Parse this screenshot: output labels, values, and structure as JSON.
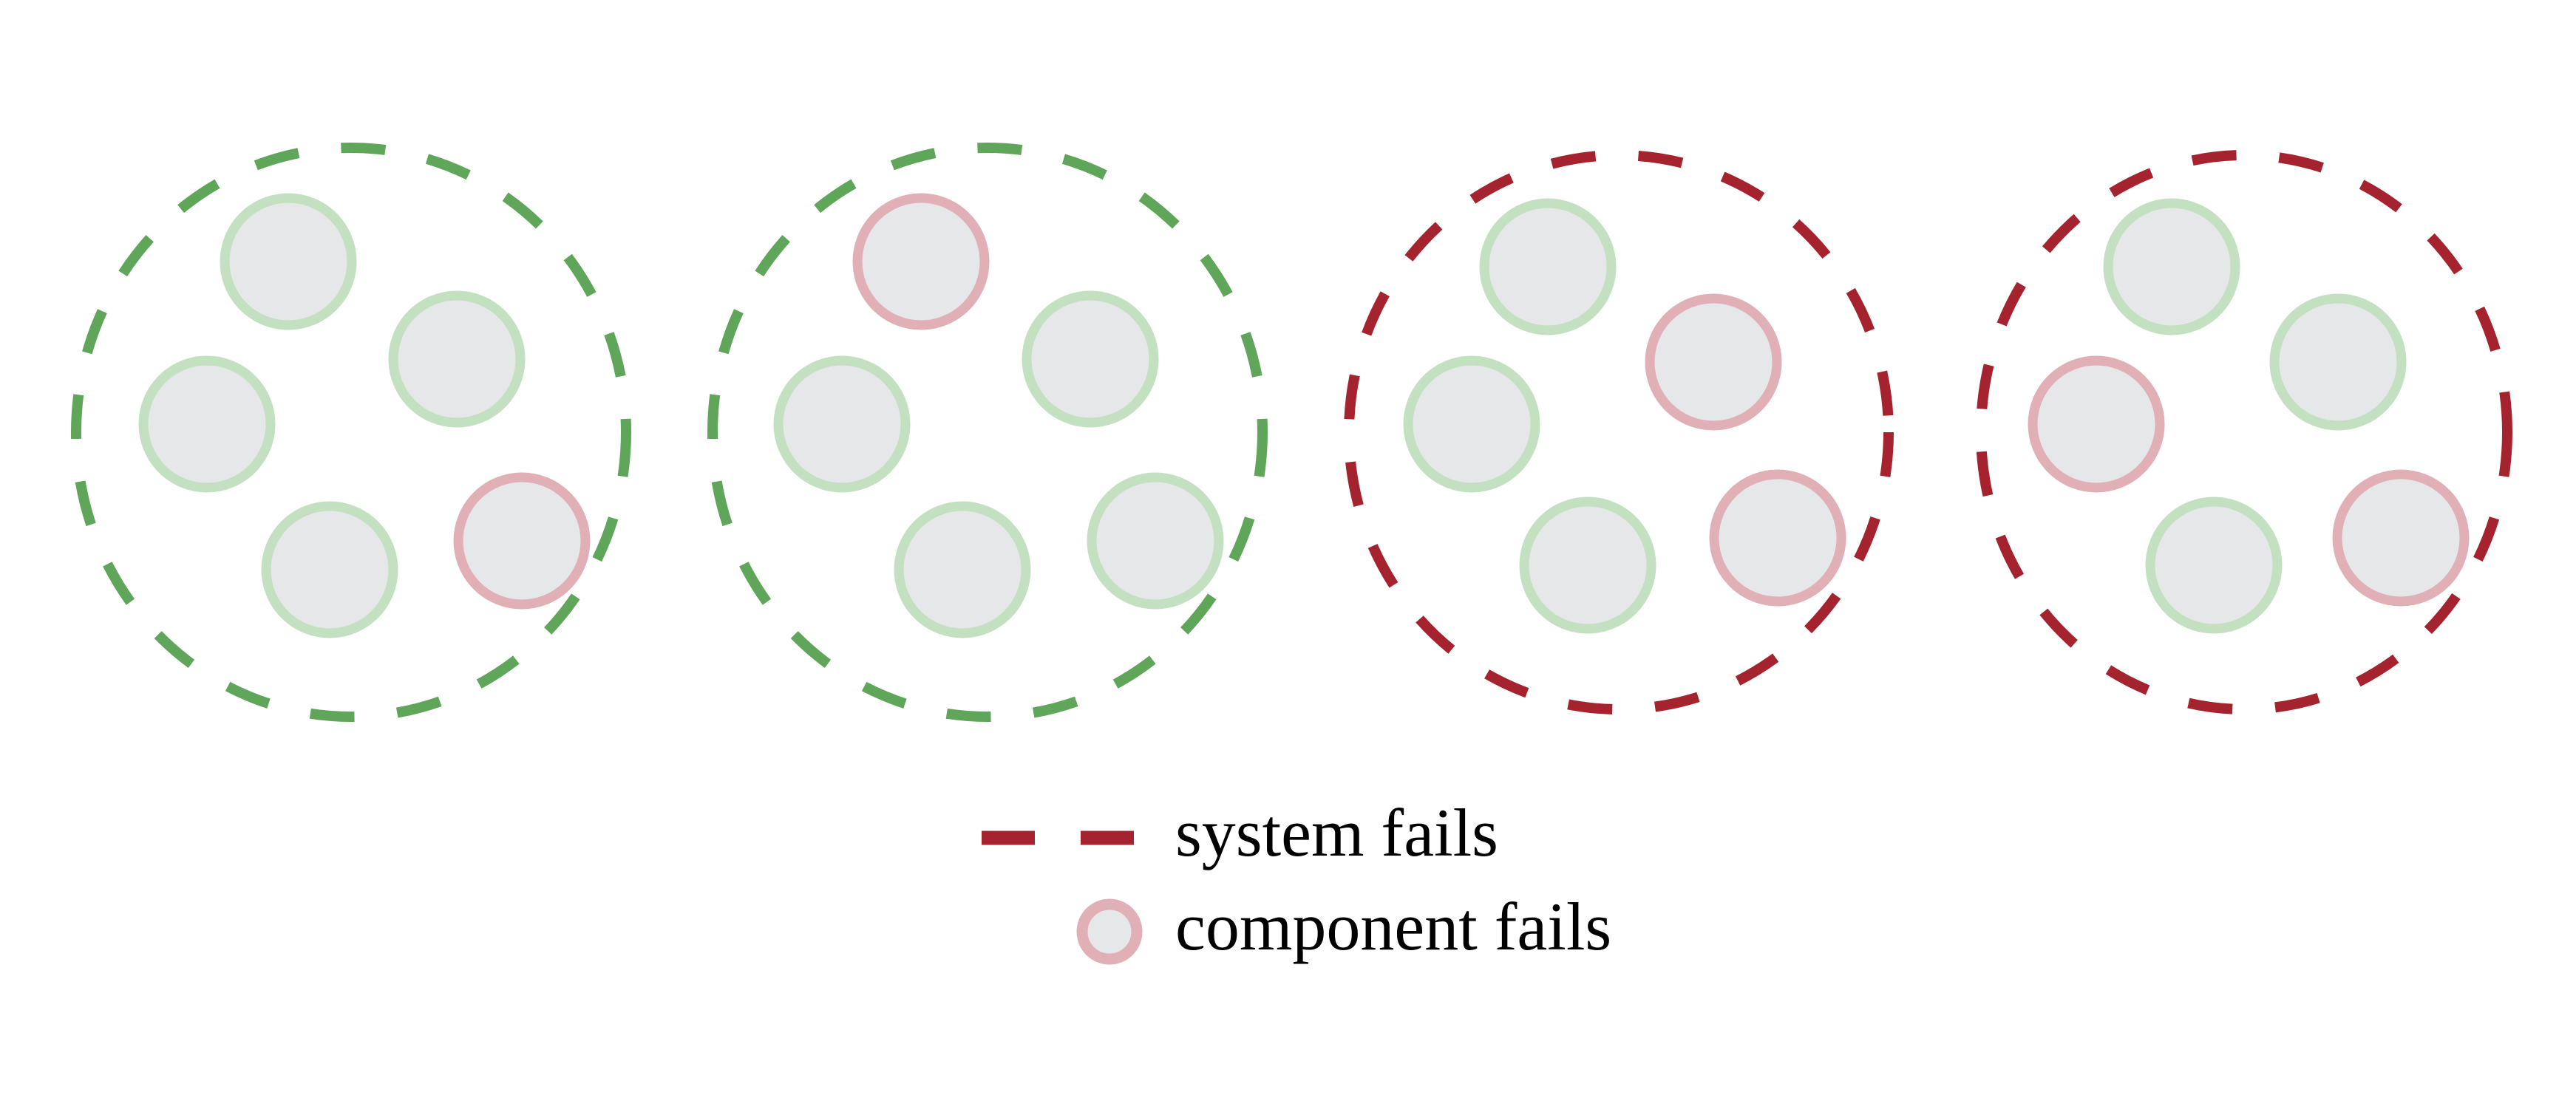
{
  "colors": {
    "system_ok": "#5fa55a",
    "system_fail": "#a5232f",
    "component_ok_stroke": "#c3e0c0",
    "component_fail_stroke": "#e0b0b6",
    "component_fill": "#e6e7e9",
    "text": "#000000"
  },
  "systems": [
    {
      "status": "ok",
      "components": [
        "ok",
        "ok",
        "ok",
        "ok",
        "fail"
      ]
    },
    {
      "status": "ok",
      "components": [
        "fail",
        "ok",
        "ok",
        "ok",
        "ok"
      ]
    },
    {
      "status": "fail",
      "components": [
        "ok",
        "ok",
        "fail",
        "ok",
        "fail"
      ]
    },
    {
      "status": "fail",
      "components": [
        "ok",
        "fail",
        "ok",
        "ok",
        "fail"
      ]
    }
  ],
  "legend": {
    "system_fails": "system fails",
    "component_fails": "component fails"
  }
}
